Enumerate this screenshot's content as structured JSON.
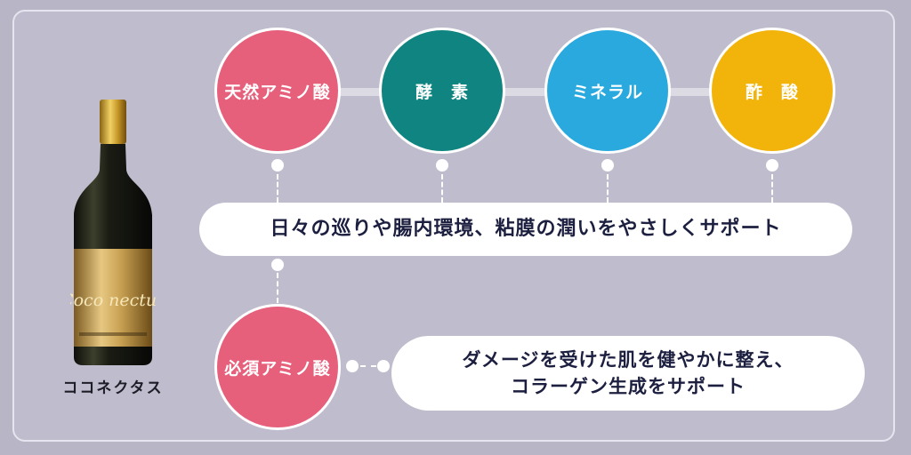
{
  "nutrients": [
    {
      "label": "天然アミノ酸",
      "color": "#e65f7b"
    },
    {
      "label": "酵　素",
      "color": "#0f8480"
    },
    {
      "label": "ミネラル",
      "color": "#2aa9de"
    },
    {
      "label": "酢　酸",
      "color": "#f2b30b"
    }
  ],
  "essential": {
    "label": "必須アミノ酸",
    "color": "#e65f7b"
  },
  "benefit_main": "日々の巡りや腸内環境、粘膜の潤いをやさしくサポート",
  "benefit_skin": {
    "line1": "ダメージを受けた肌を健やかに整え、",
    "line2": "コラーゲン生成をサポート"
  },
  "product": {
    "name": "ココネクタス",
    "label_logo": "Coco nectus"
  },
  "colors": {
    "background": "#b7b5c6",
    "text_dark": "#1c1f3f"
  }
}
